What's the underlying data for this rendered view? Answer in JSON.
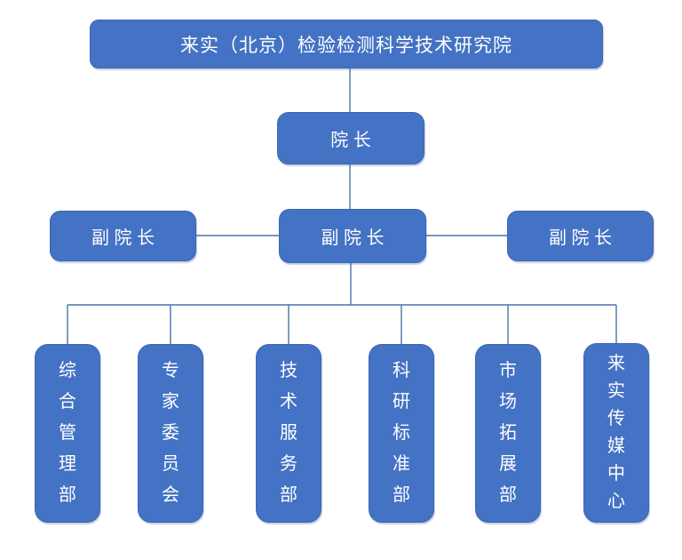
{
  "diagram": {
    "type": "org-chart",
    "title_node": "来实（北京）检验检测科学技术研究院",
    "president_node": "院 长",
    "vice_presidents": [
      "副 院 长",
      "副 院 长",
      "副 院 长"
    ],
    "departments": [
      "综合管理部",
      "专家委员会",
      "技术服务部",
      "科研标准部",
      "市场拓展部",
      "来实传媒中心"
    ],
    "colors": {
      "node_fill": "#4472C4",
      "node_border": "#3C66B0",
      "connector": "#4A74A8",
      "node_text": "#FFFFFF",
      "background": "#FFFFFF"
    }
  }
}
